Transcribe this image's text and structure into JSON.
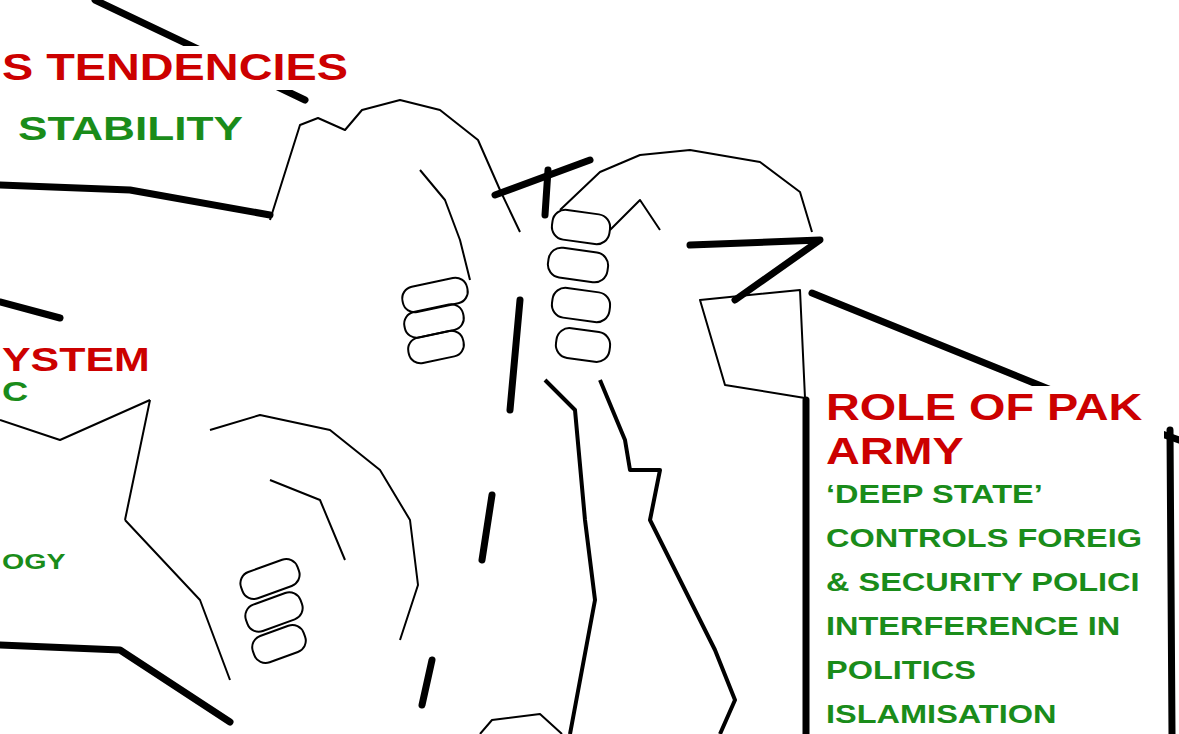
{
  "diagram": {
    "nodes": [
      {
        "text": [
          "S TENDENCIES",
          "STABILITY"
        ]
      },
      {
        "text": [
          "YSTEM",
          "C",
          "OGY"
        ]
      },
      {
        "text": [
          "ROLE OF PAK ARMY",
          "‘DEEP STATE’",
          "CONTROLS FOREIG",
          "& SECURITY POLICI",
          "INTERFERENCE IN",
          "POLITICS",
          "ISLAMISATION"
        ]
      }
    ]
  }
}
